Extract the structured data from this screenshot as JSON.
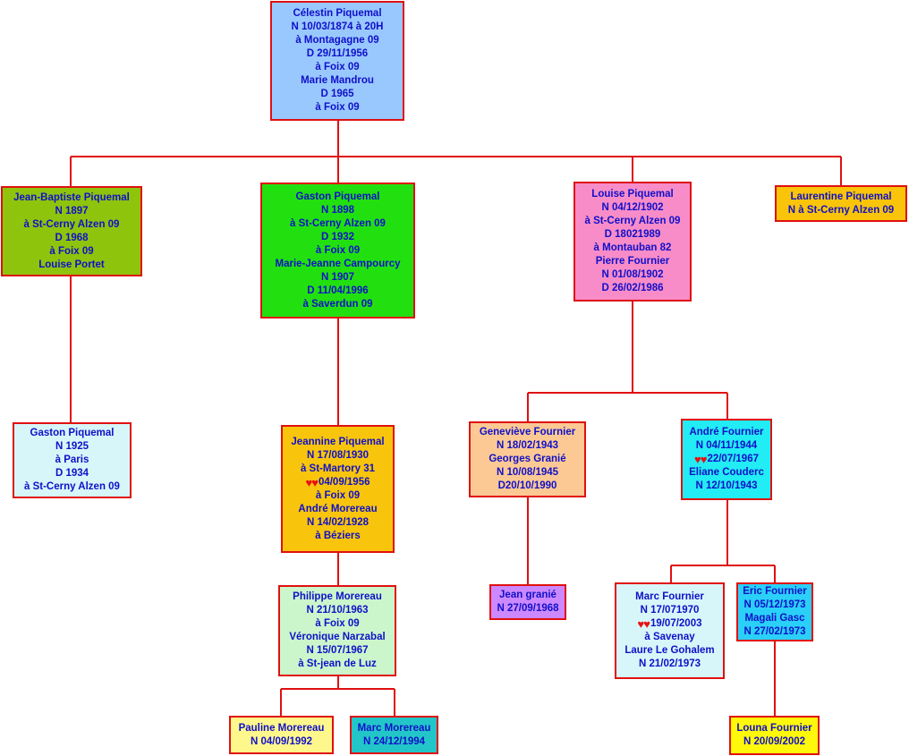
{
  "colors": {
    "line": "#e01010",
    "text": "#1010c8",
    "heart": "#e81010"
  },
  "nodes": {
    "celestin": {
      "fill": "#99c8ff",
      "lines": [
        "Célestin Piquemal",
        "N 10/03/1874 à 20H",
        "à Montagagne 09",
        "D 29/11/1956",
        "à Foix 09",
        "Marie Mandrou",
        "D 1965",
        "à Foix 09"
      ]
    },
    "jeanbaptiste": {
      "fill": "#8ec40c",
      "lines": [
        "Jean-Baptiste Piquemal",
        "N 1897",
        "à St-Cerny Alzen 09",
        "D 1968",
        "à Foix 09",
        "Louise Portet"
      ]
    },
    "gaston1898": {
      "fill": "#22e010",
      "lines": [
        "Gaston Piquemal",
        "N 1898",
        "à St-Cerny Alzen 09",
        "D 1932",
        "à Foix 09",
        "Marie-Jeanne Campourcy",
        "N 1907",
        "D 11/04/1996",
        "à Saverdun 09"
      ]
    },
    "louise": {
      "fill": "#f78cc8",
      "lines": [
        "Louise Piquemal",
        "N 04/12/1902",
        "à St-Cerny Alzen 09",
        "D 18021989",
        "à Montauban 82",
        "Pierre Fournier",
        "N 01/08/1902",
        "D 26/02/1986"
      ]
    },
    "laurentine": {
      "fill": "#f9c40a",
      "lines": [
        "Laurentine Piquemal",
        "N à St-Cerny Alzen 09"
      ]
    },
    "gaston1925": {
      "fill": "#d6f6fa",
      "lines": [
        "Gaston Piquemal",
        "N 1925",
        "à Paris",
        "D 1934",
        "à St-Cerny Alzen 09"
      ]
    },
    "jeannine": {
      "fill": "#f8c50c",
      "lines": [
        "Jeannine Piquemal",
        "N 17/08/1930",
        "à St-Martory 31",
        "♥♥04/09/1956",
        "à Foix 09",
        "André Morereau",
        "N 14/02/1928",
        "à Béziers"
      ]
    },
    "genevieve": {
      "fill": "#fcc994",
      "lines": [
        "Geneviève Fournier",
        "N 18/02/1943",
        "Georges Granié",
        "N 10/08/1945",
        "D20/10/1990"
      ]
    },
    "andre": {
      "fill": "#22ecf4",
      "lines": [
        "André Fournier",
        "N 04/11/1944",
        "♥♥22/07/1967",
        "Eliane Couderc",
        "N 12/10/1943"
      ]
    },
    "philippe": {
      "fill": "#cbf6cc",
      "lines": [
        "Philippe Morereau",
        "N 21/10/1963",
        "à Foix 09",
        "Véronique Narzabal",
        "N 15/07/1967",
        "à St-jean de Luz"
      ]
    },
    "jean": {
      "fill": "#cc88ff",
      "lines": [
        "Jean granié",
        "N 27/09/1968"
      ]
    },
    "marcF": {
      "fill": "#d6f6fa",
      "lines": [
        "Marc Fournier",
        "N 17/071970",
        "♥♥19/07/2003",
        "à Savenay",
        "Laure Le Gohalem",
        "N 21/02/1973"
      ]
    },
    "eric": {
      "fill": "#2ad0f8",
      "lines": [
        "Eric Fournier",
        "N 05/12/1973",
        "Magali Gasc",
        "N 27/02/1973"
      ]
    },
    "pauline": {
      "fill": "#fef78c",
      "lines": [
        "Pauline Morereau",
        "N 04/09/1992"
      ]
    },
    "marcM": {
      "fill": "#22c6c8",
      "lines": [
        "Marc Morereau",
        "N 24/12/1994"
      ]
    },
    "louna": {
      "fill": "#fef80a",
      "lines": [
        "Louna Fournier",
        "N 20/09/2002"
      ]
    }
  }
}
